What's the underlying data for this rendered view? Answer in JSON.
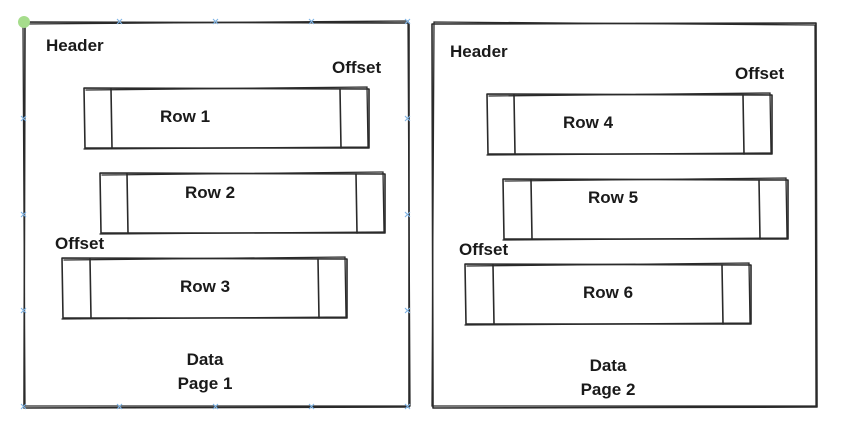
{
  "colors": {
    "stroke": "#2a2a2a",
    "text": "#1a1a1a",
    "background": "#ffffff",
    "selection_handle": "#7fb4e6",
    "selection_dot": "#a6dd8c"
  },
  "pages": [
    {
      "header": "Header",
      "rows": [
        {
          "label": "Row 1"
        },
        {
          "label": "Row 2"
        },
        {
          "label": "Row 3"
        }
      ],
      "offset_labels": [
        "Offset",
        "Offset"
      ],
      "footer_line1": "Data",
      "footer_line2": "Page 1",
      "selected": true
    },
    {
      "header": "Header",
      "rows": [
        {
          "label": "Row 4"
        },
        {
          "label": "Row 5"
        },
        {
          "label": "Row 6"
        }
      ],
      "offset_labels": [
        "Offset",
        "Offset"
      ],
      "footer_line1": "Data",
      "footer_line2": "Page 2",
      "selected": false
    }
  ]
}
